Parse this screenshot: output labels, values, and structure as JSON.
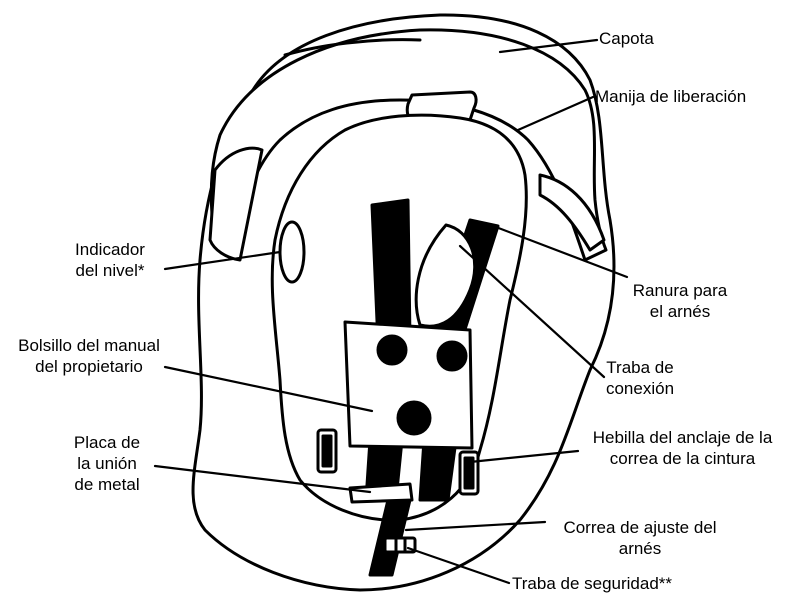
{
  "diagram": {
    "labels": {
      "capota": "Capota",
      "manija": "Manija de liberación",
      "indicador_1": "Indicador",
      "indicador_2": "del nivel*",
      "ranura_1": "Ranura para",
      "ranura_2": "el arnés",
      "bolsillo_1": "Bolsillo del manual",
      "bolsillo_2": "del propietario",
      "traba_conexion_1": "Traba de",
      "traba_conexion_2": "conexión",
      "placa_1": "Placa de",
      "placa_2": "la unión",
      "placa_3": "de metal",
      "hebilla_1": "Hebilla del anclaje de la",
      "hebilla_2": "correa de la cintura",
      "correa_1": "Correa de ajuste del",
      "correa_2": "arnés",
      "traba_seguridad": "Traba de seguridad**"
    }
  }
}
